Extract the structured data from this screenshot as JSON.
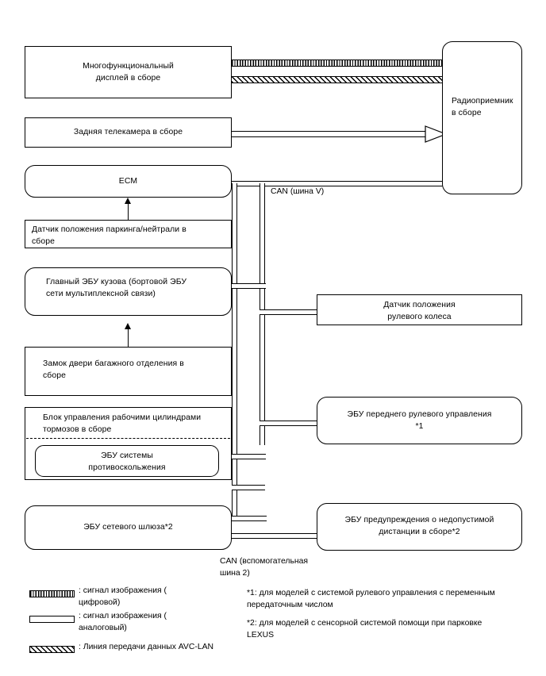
{
  "diagram": {
    "title": "CAN / AVC-LAN network wiring diagram",
    "bus_labels": {
      "can_v": "CAN (шина V)",
      "can_sub2": "CAN (вспомогательная\nшина 2)"
    },
    "blocks": {
      "multi_display": "Многофункциональный\nдисплей в сборе",
      "rear_camera": "Задняя телекамера в сборе",
      "ecm": "ECM",
      "park_neutral_sensor": "Датчик положения паркинга/нейтрали в\nсборе",
      "main_body_ecu": "Главный ЭБУ кузова (бортовой ЭБУ\nсети мультиплексной связи)",
      "luggage_door_lock": "Замок двери багажного отделения в\nсборе",
      "brake_actuator": "Блок управления рабочими цилиндрами\nтормозов в сборе",
      "skid_control_ecu": "ЭБУ системы\nпротивоскольжения",
      "gateway_ecu": "ЭБУ сетевого шлюза*2",
      "radio_receiver": "Радиоприемник\nв сборе",
      "steering_angle_sensor": "Датчик положения\nрулевого колеса",
      "front_steering_ecu": "ЭБУ переднего рулевого управления\n*1",
      "distance_warning_ecu": "ЭБУ предупреждения о недопустимой\nдистанции в сборе*2"
    },
    "legend": [
      {
        "style": "digital",
        "text": ": сигнал изображения (\nцифровой)"
      },
      {
        "style": "analog",
        "text": ": сигнал изображения (\nаналоговый)"
      },
      {
        "style": "avclan",
        "text": ": Линия передачи данных AVC-LAN"
      }
    ],
    "footnotes": [
      "*1: для моделей с системой рулевого управления с переменным\nпередаточным числом",
      "*2: для моделей с сенсорной системой помощи при парковке\nLEXUS"
    ],
    "colors": {
      "line": "#000000",
      "background": "#ffffff"
    }
  }
}
